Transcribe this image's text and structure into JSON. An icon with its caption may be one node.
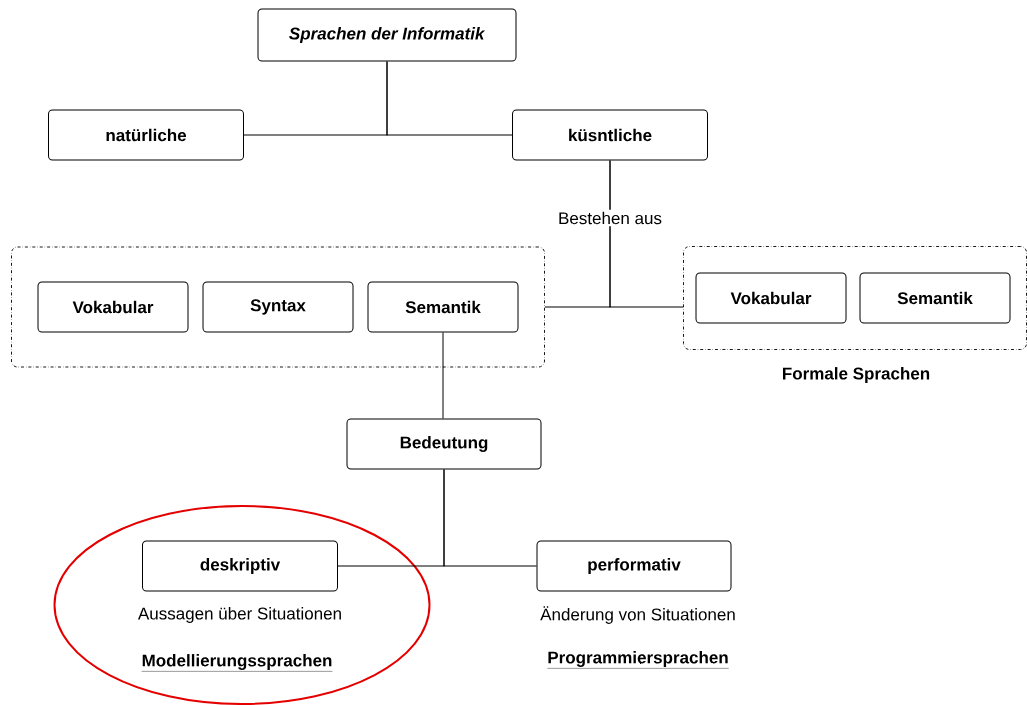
{
  "diagram": {
    "nodes": [
      {
        "text": [
          "*Sprachen der Informatik*"
        ]
      },
      {
        "text": [
          "natürliche"
        ]
      },
      {
        "text": [
          "küsntliche"
        ]
      },
      {
        "text": [],
        "shape": "box"
      },
      {
        "text": [
          "Vokabular"
        ],
        "in": 3
      },
      {
        "text": [
          "Syntax"
        ],
        "in": 3
      },
      {
        "text": [
          "Semantik"
        ],
        "in": 3
      },
      {
        "text": [
          "Formale Sprachen"
        ]
      },
      {
        "text": [
          "Vokabular"
        ],
        "in": 7
      },
      {
        "text": [
          "Semantik"
        ],
        "in": 7
      },
      {
        "text": [
          "Bedeutung"
        ]
      },
      {
        "text": [
          "Modellierungssprachen"
        ]
      },
      {
        "text": [
          "deskriptiv"
        ],
        "in": 11,
        "beside": [
          "Aussagen über Situationen"
        ]
      },
      {
        "text": [
          "performativ"
        ],
        "beside": [
          "Änderung von Situationen"
        ]
      }
    ],
    "edges": [
      {
        "from": 0,
        "to": 1,
        "arrow": "none"
      },
      {
        "from": 0,
        "to": 2,
        "arrow": "none"
      },
      {
        "from": 2,
        "to": 3,
        "arrow": "none",
        "label": "Bestehen aus"
      },
      {
        "from": 2,
        "to": 7,
        "arrow": "none"
      },
      {
        "from": 6,
        "to": 10,
        "arrow": "none"
      },
      {
        "from": 10,
        "to": 12,
        "arrow": "none"
      },
      {
        "from": 10,
        "to": 13,
        "arrow": "none"
      }
    ],
    "labels": [
      "Programmiersprachen"
    ]
  }
}
